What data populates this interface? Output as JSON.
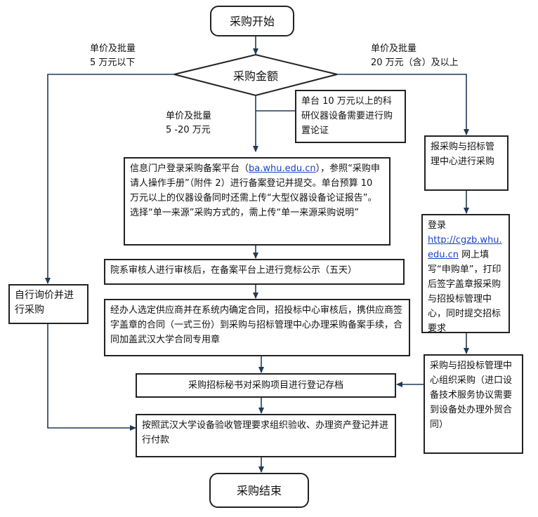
{
  "start": "采购开始",
  "decision": "采购金额",
  "branch_left": {
    "line1": "单价及批量",
    "line2": "5 万元以下"
  },
  "branch_middle": {
    "line1": "单价及批量",
    "line2": "5 -20 万元"
  },
  "branch_right": {
    "line1": "单价及批量",
    "line2": "20 万元（含）及以上"
  },
  "note_demonstration": "单台 10 万元以上的科研仪器设备需要进行购置论证",
  "step_filing": {
    "pre": "信息门户登录采购备案平台（",
    "link": "ba.whu.edu.cn",
    "post": "），参照“采购申请人操作手册”（附件 2）进行备案登记并提交。单台预算 10 万元以上的仪器设备同时还需上传“大型仪器设备论证报告”。选择“单一来源”采购方式的，需上传“单一来源采购说明”"
  },
  "step_review": "院系审核人进行审核后，在备案平台上进行竞标公示（五天）",
  "step_contract": "经办人选定供应商并在系统内确定合同，招投标中心审核后，携供应商签字盖章的合同（一式三份）到采购与招标管理中心办理采购备案手续，合同加盖武汉大学合同专用章",
  "step_archive": "采购招标秘书对采购项目进行登记存档",
  "step_acceptance": "按照武汉大学设备验收管理要求组织验收、办理资产登记并进行付款",
  "step_self": "自行询价并进行采购",
  "step_report": "报采购与招标管理中心进行采购",
  "step_login": {
    "pre": "登录",
    "link": "http://cgzb.whu.edu.cn",
    "post": " 网上填写“申购单”，打印后签字盖章报采购与招投标管理中心，同时提交招标要求"
  },
  "step_organize": "采购与招投标管理中心组织采购（进口设备技术服务协议需要到设备处办理外贸合同）",
  "end": "采购结束"
}
